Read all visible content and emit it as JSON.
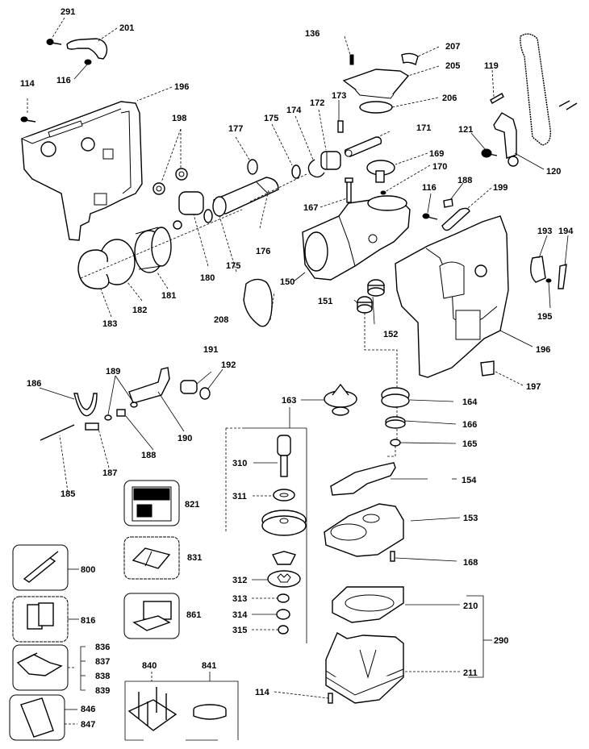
{
  "diagram": {
    "type": "exploded-parts-diagram",
    "subject": "rotary hammer drill",
    "labels": [
      {
        "id": "291",
        "text": "291"
      },
      {
        "id": "201",
        "text": "201"
      },
      {
        "id": "116a",
        "text": "116"
      },
      {
        "id": "114a",
        "text": "114"
      },
      {
        "id": "196a",
        "text": "196"
      },
      {
        "id": "198",
        "text": "198"
      },
      {
        "id": "136",
        "text": "136"
      },
      {
        "id": "207",
        "text": "207"
      },
      {
        "id": "205",
        "text": "205"
      },
      {
        "id": "206",
        "text": "206"
      },
      {
        "id": "173",
        "text": "173"
      },
      {
        "id": "172",
        "text": "172"
      },
      {
        "id": "174",
        "text": "174"
      },
      {
        "id": "175a",
        "text": "175"
      },
      {
        "id": "177",
        "text": "177"
      },
      {
        "id": "171",
        "text": "171"
      },
      {
        "id": "169",
        "text": "169"
      },
      {
        "id": "170",
        "text": "170"
      },
      {
        "id": "119",
        "text": "119"
      },
      {
        "id": "121",
        "text": "121"
      },
      {
        "id": "120",
        "text": "120"
      },
      {
        "id": "167",
        "text": "167"
      },
      {
        "id": "116b",
        "text": "116"
      },
      {
        "id": "188a",
        "text": "188"
      },
      {
        "id": "199",
        "text": "199"
      },
      {
        "id": "176",
        "text": "176"
      },
      {
        "id": "175b",
        "text": "175"
      },
      {
        "id": "180",
        "text": "180"
      },
      {
        "id": "181",
        "text": "181"
      },
      {
        "id": "182",
        "text": "182"
      },
      {
        "id": "183",
        "text": "183"
      },
      {
        "id": "150",
        "text": "150"
      },
      {
        "id": "208",
        "text": "208"
      },
      {
        "id": "151",
        "text": "151"
      },
      {
        "id": "152",
        "text": "152"
      },
      {
        "id": "193",
        "text": "193"
      },
      {
        "id": "194",
        "text": "194"
      },
      {
        "id": "195",
        "text": "195"
      },
      {
        "id": "196b",
        "text": "196"
      },
      {
        "id": "197",
        "text": "197"
      },
      {
        "id": "191",
        "text": "191"
      },
      {
        "id": "192",
        "text": "192"
      },
      {
        "id": "186",
        "text": "186"
      },
      {
        "id": "189",
        "text": "189"
      },
      {
        "id": "190",
        "text": "190"
      },
      {
        "id": "188b",
        "text": "188"
      },
      {
        "id": "187",
        "text": "187"
      },
      {
        "id": "185",
        "text": "185"
      },
      {
        "id": "163",
        "text": "163"
      },
      {
        "id": "164",
        "text": "164"
      },
      {
        "id": "166",
        "text": "166"
      },
      {
        "id": "165",
        "text": "165"
      },
      {
        "id": "310",
        "text": "310"
      },
      {
        "id": "311",
        "text": "311"
      },
      {
        "id": "312",
        "text": "312"
      },
      {
        "id": "313",
        "text": "313"
      },
      {
        "id": "314",
        "text": "314"
      },
      {
        "id": "315",
        "text": "315"
      },
      {
        "id": "154",
        "text": "154"
      },
      {
        "id": "153",
        "text": "153"
      },
      {
        "id": "168",
        "text": "168"
      },
      {
        "id": "210",
        "text": "210"
      },
      {
        "id": "211",
        "text": "211"
      },
      {
        "id": "290",
        "text": "290"
      },
      {
        "id": "114b",
        "text": "114"
      },
      {
        "id": "821",
        "text": "821"
      },
      {
        "id": "831",
        "text": "831"
      },
      {
        "id": "861",
        "text": "861"
      },
      {
        "id": "800",
        "text": "800"
      },
      {
        "id": "816",
        "text": "816"
      },
      {
        "id": "836",
        "text": "836"
      },
      {
        "id": "837",
        "text": "837"
      },
      {
        "id": "838",
        "text": "838"
      },
      {
        "id": "839",
        "text": "839"
      },
      {
        "id": "846",
        "text": "846"
      },
      {
        "id": "847",
        "text": "847"
      },
      {
        "id": "840",
        "text": "840"
      },
      {
        "id": "841",
        "text": "841"
      }
    ]
  }
}
